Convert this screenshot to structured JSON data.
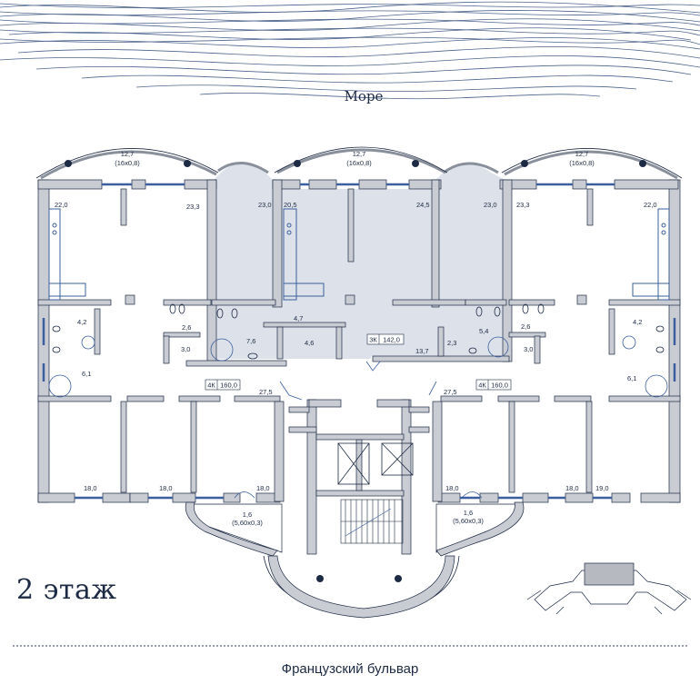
{
  "sea_label": "Море",
  "floor_label": "2 этаж",
  "street_label": "Французский бульвар",
  "colors": {
    "ink": "#1d2a44",
    "wall": "#c9ccd2",
    "highlight": "#dde2ea",
    "wave": "#2f4a7a",
    "glass": "#3b5f9e"
  },
  "rooms": [
    "12,7",
    "(16x0,8)",
    "12,7",
    "(16x0,8)",
    "12,7",
    "(16x0,8)",
    "22,0",
    "23,3",
    "23,0",
    "20,5",
    "24,5",
    "23,0",
    "23,3",
    "22,0",
    "4,2",
    "2,6",
    "4,7",
    "5,4",
    "2,6",
    "4,2",
    "7,6",
    "3,0",
    "4,6",
    "13,7",
    "2,3",
    "3,0",
    "6,1",
    "6,1",
    "27,5",
    "27,5",
    "18,0",
    "18,0",
    "18,0",
    "18,0",
    "18,0",
    "19,0",
    "1,6",
    "(5,60x0,3)",
    "1,6",
    "(5,60x0,3)"
  ],
  "apartments": [
    {
      "code": "4К",
      "area": "160,0"
    },
    {
      "code": "3К",
      "area": "142,0"
    },
    {
      "code": "4К",
      "area": "160,0"
    }
  ]
}
